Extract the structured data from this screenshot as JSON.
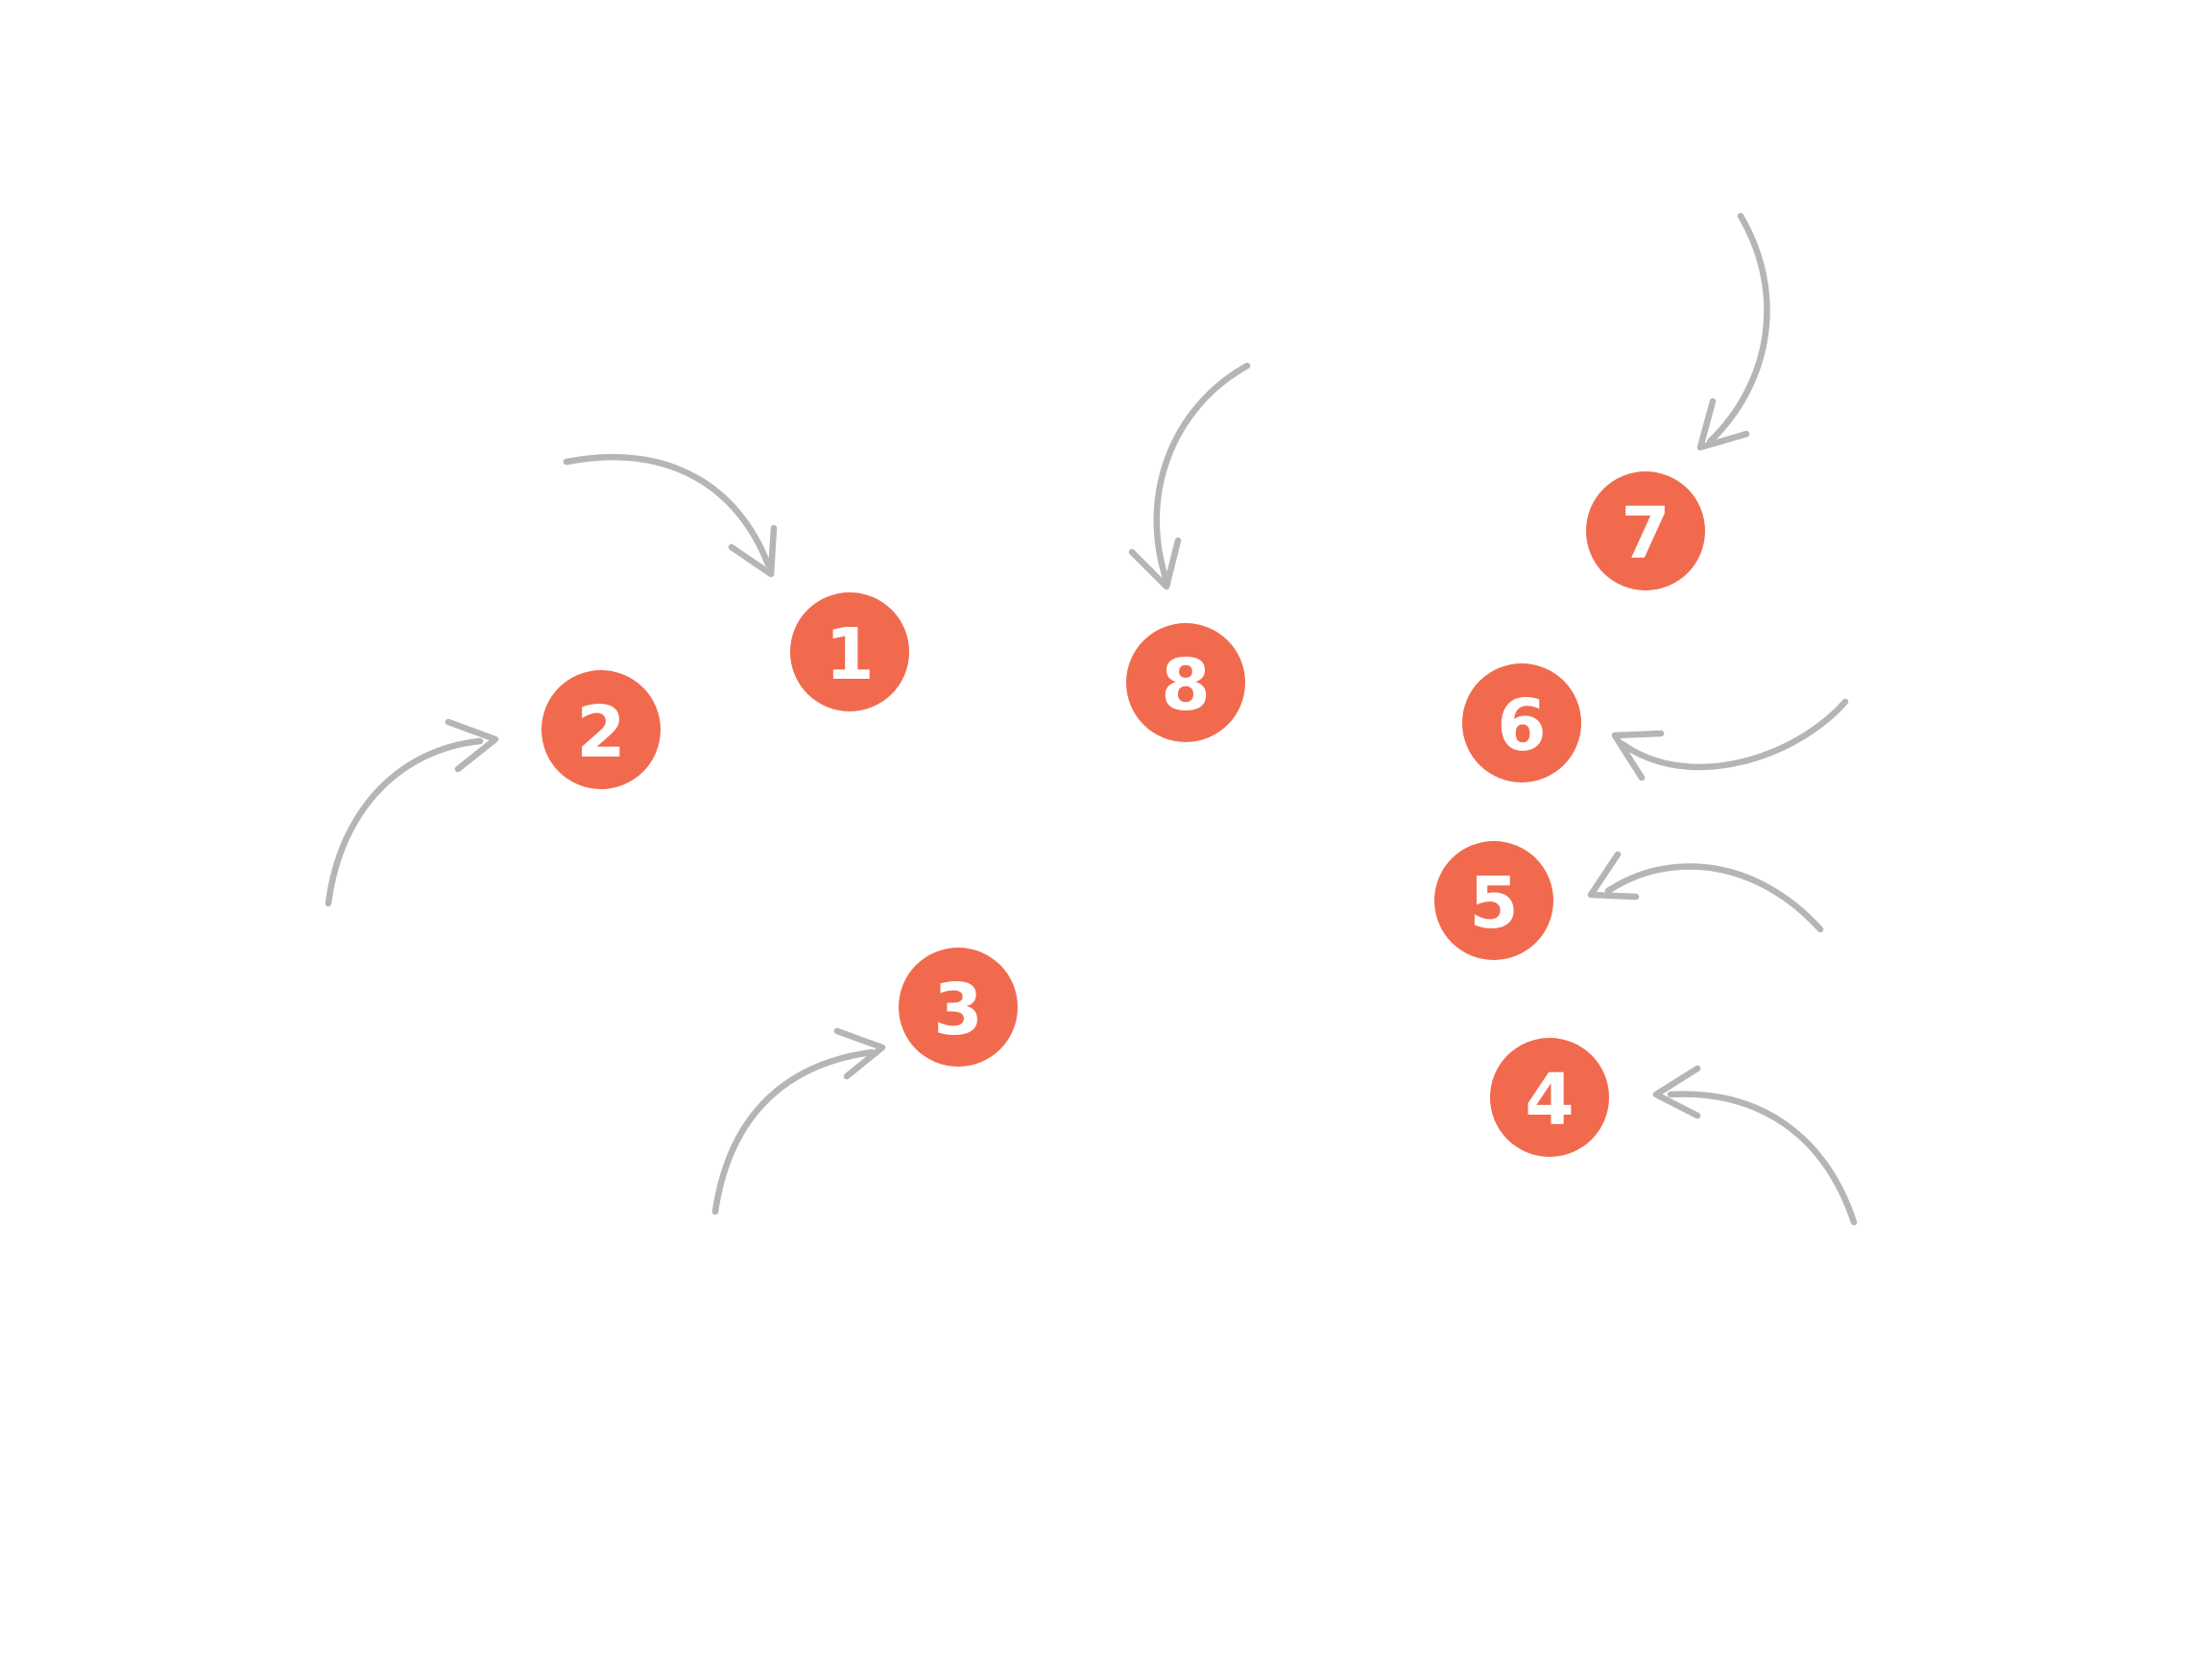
{
  "colors": {
    "badge_fill": "#F16A4E",
    "badge_text": "#FFFFFF",
    "arrow_stroke": "#B5B5B5"
  },
  "badges": [
    {
      "label": "1"
    },
    {
      "label": "2"
    },
    {
      "label": "3"
    },
    {
      "label": "4"
    },
    {
      "label": "5"
    },
    {
      "label": "6"
    },
    {
      "label": "7"
    },
    {
      "label": "8"
    }
  ]
}
